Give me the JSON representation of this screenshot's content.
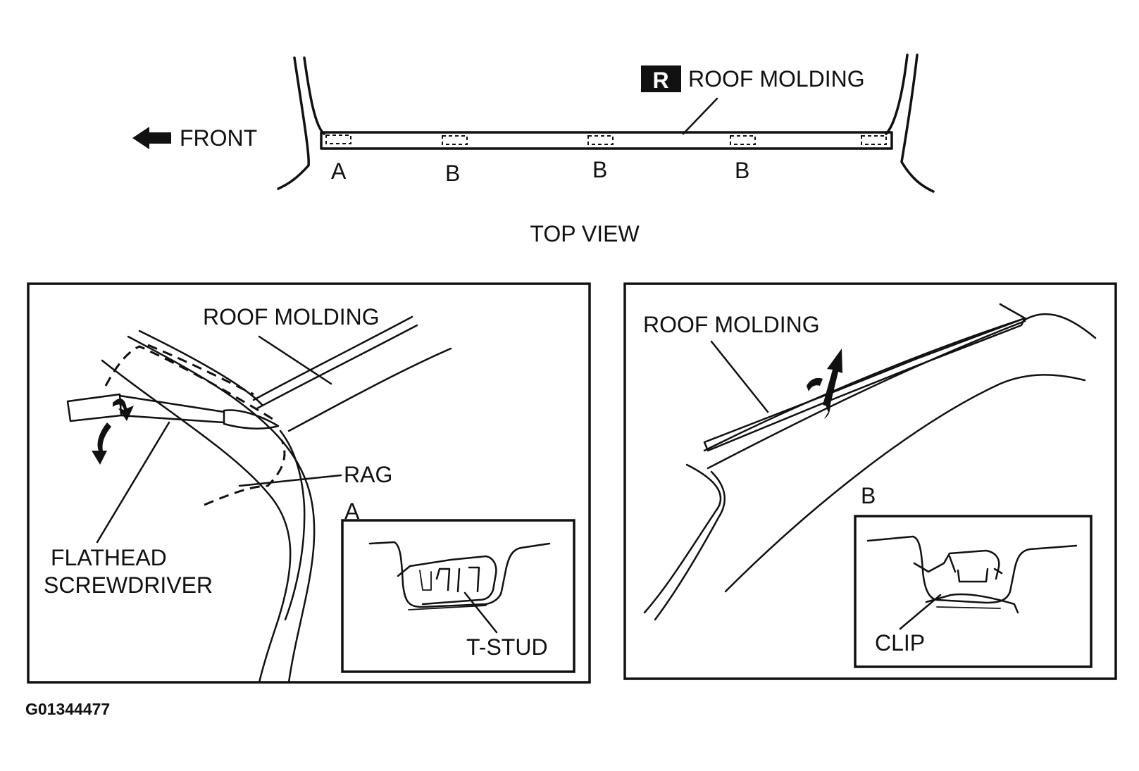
{
  "top_view": {
    "badge_letter": "R",
    "molding_label": "ROOF MOLDING",
    "front_label": "FRONT",
    "clip_labels": [
      "A",
      "B",
      "B",
      "B"
    ],
    "caption": "TOP VIEW"
  },
  "left_panel": {
    "molding_label": "ROOF MOLDING",
    "rag_label": "RAG",
    "tool_label_line1": "FLATHEAD",
    "tool_label_line2": "SCREWDRIVER",
    "inset": {
      "letter": "A",
      "part_label": "T-STUD"
    }
  },
  "right_panel": {
    "molding_label": "ROOF MOLDING",
    "inset": {
      "letter": "B",
      "part_label": "CLIP"
    }
  },
  "figure_id": "G01344477"
}
